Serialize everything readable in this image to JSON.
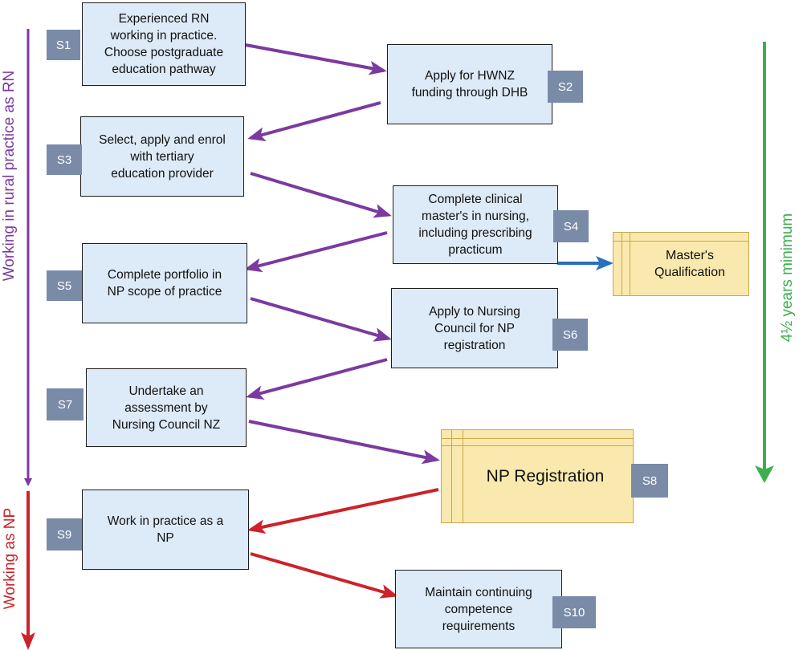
{
  "colors": {
    "purple": "#7b3aa0",
    "red": "#cc2229",
    "green": "#3bb04d",
    "blue": "#2a6fc0",
    "box_fill": "#ddeaf7",
    "badge_fill": "#7a8ba8",
    "yellow_fill": "#fae9ae"
  },
  "steps": {
    "s1": {
      "text": "Experienced RN\nworking in practice.\nChoose postgraduate\neducation pathway",
      "badge": "S1"
    },
    "s2": {
      "text": "Apply for HWNZ\nfunding through DHB",
      "badge": "S2"
    },
    "s3": {
      "text": "Select, apply and enrol\nwith tertiary\neducation provider",
      "badge": "S3"
    },
    "s4": {
      "text": "Complete clinical\nmaster's in nursing,\nincluding prescribing\npracticum",
      "badge": "S4"
    },
    "s5": {
      "text": "Complete portfolio in\nNP scope of practice",
      "badge": "S5"
    },
    "s6": {
      "text": "Apply to Nursing\nCouncil for NP\nregistration",
      "badge": "S6"
    },
    "s7": {
      "text": "Undertake an\nassessment by\nNursing Council NZ",
      "badge": "S7"
    },
    "s8": {
      "text": "NP Registration",
      "badge": "S8"
    },
    "s9": {
      "text": "Work in practice as a\nNP",
      "badge": "S9"
    },
    "s10": {
      "text": "Maintain continuing\ncompetence\nrequirements",
      "badge": "S10"
    }
  },
  "outcome": {
    "text": "Master's\nQualification"
  },
  "side_labels": {
    "rural_rn": "Working in rural practice as RN",
    "np": "Working as NP",
    "duration": "4½ years minimum"
  }
}
